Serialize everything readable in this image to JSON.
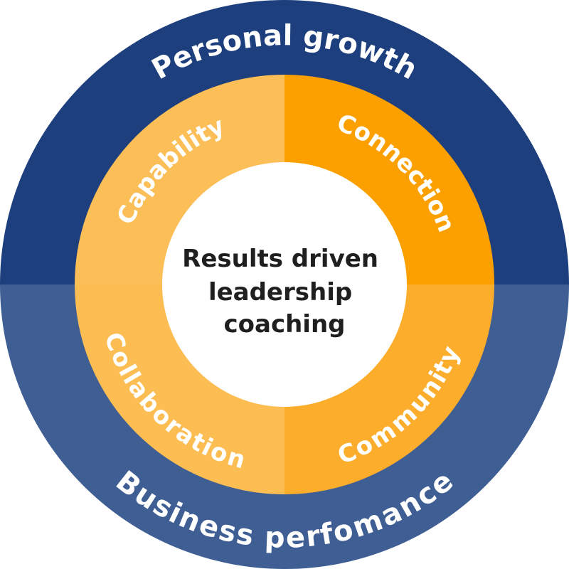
{
  "outer_ring": {
    "top_label": "Personal growth",
    "bottom_label": "Business perfomance",
    "top_color": "#1e3f7d",
    "bottom_color": "#3f5e94"
  },
  "inner_ring": {
    "capability": {
      "label": "Capability",
      "color": "#fcbe56"
    },
    "connection": {
      "label": "Connection",
      "color": "#fca000"
    },
    "collaboration": {
      "label": "Collaboration",
      "color": "#fcbd52"
    },
    "community": {
      "label": "Community",
      "color": "#fcad2c"
    }
  },
  "center": {
    "lines": [
      "Results driven",
      "leadership",
      "coaching"
    ],
    "color": "#ffffff"
  }
}
